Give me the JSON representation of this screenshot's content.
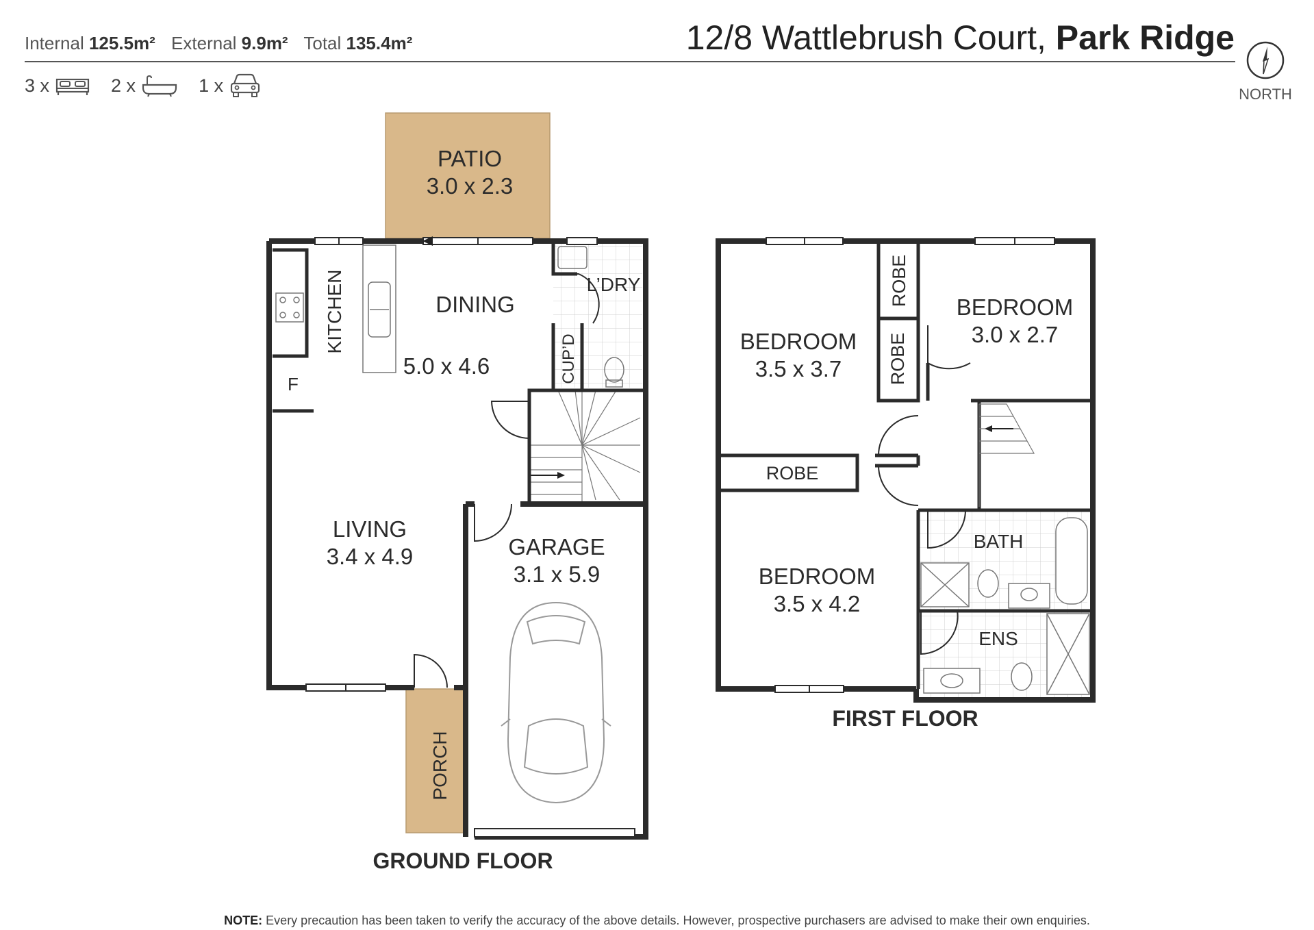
{
  "areas": {
    "internal_label": "Internal",
    "internal_value": "125.5m²",
    "external_label": "External",
    "external_value": "9.9m²",
    "total_label": "Total",
    "total_value": "135.4m²"
  },
  "address": {
    "street": "12/8 Wattlebrush Court,",
    "suburb": "Park Ridge"
  },
  "counts": {
    "bedrooms": "3 x",
    "bathrooms": "2 x",
    "cars": "1 x",
    "bed_icon": "bed-icon",
    "bath_icon": "bathtub-icon",
    "car_icon": "car-icon"
  },
  "compass": {
    "label": "NORTH",
    "icon": "compass-icon"
  },
  "ground_floor": {
    "label": "GROUND FLOOR",
    "rooms": {
      "patio_name": "PATIO",
      "patio_size": "3.0 x 2.3",
      "kitchen_name": "KITCHEN",
      "dining_name": "DINING",
      "dining_size": "5.0 x 4.6",
      "laundry_name": "L’DRY",
      "cupboard_name": "CUP’D",
      "fridge_name": "F",
      "living_name": "LIVING",
      "living_size": "3.4 x 4.9",
      "garage_name": "GARAGE",
      "garage_size": "3.1 x 5.9",
      "porch_name": "PORCH"
    }
  },
  "first_floor": {
    "label": "FIRST FLOOR",
    "rooms": {
      "bed1_name": "BEDROOM",
      "bed1_size": "3.5 x 3.7",
      "robe1_name": "ROBE",
      "robe2_name": "ROBE",
      "bed2_name": "BEDROOM",
      "bed2_size": "3.0 x 2.7",
      "robe3_name": "ROBE",
      "bed3_name": "BEDROOM",
      "bed3_size": "3.5 x 4.2",
      "bath_name": "BATH",
      "ens_name": "ENS"
    }
  },
  "note": {
    "label": "NOTE:",
    "text": "Every precaution has been taken to verify the accuracy of the above details. However, prospective purchasers are advised to make their own enquiries."
  },
  "colors": {
    "wall": "#2b2b2b",
    "external_area_fill": "#d9b88a",
    "wet_area_tile": "#c8c8c8"
  }
}
